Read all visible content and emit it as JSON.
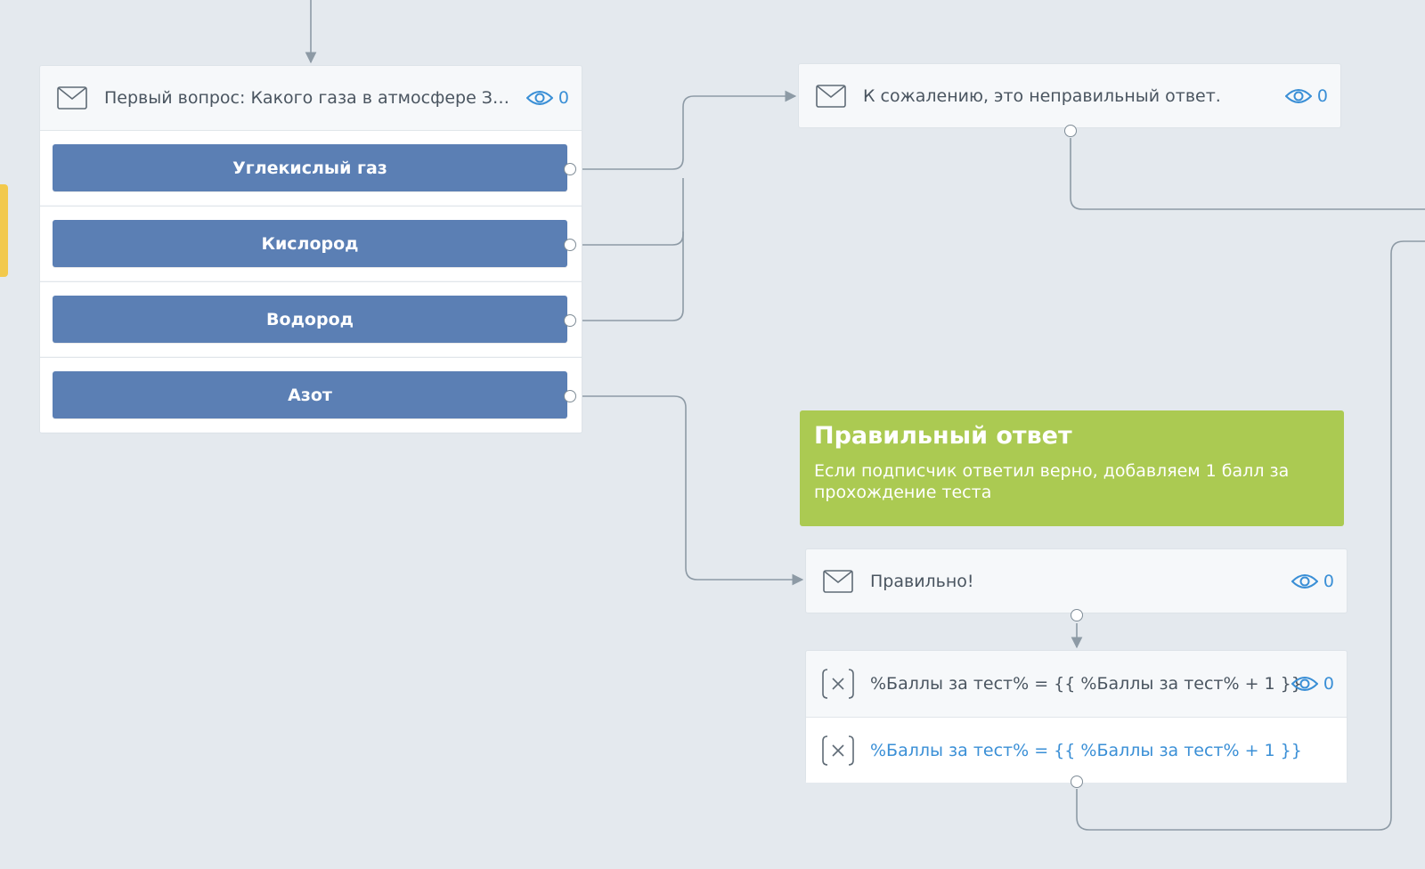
{
  "question_node": {
    "title": "Первый вопрос: Какого газа в атмосфере З…",
    "views": "0",
    "answers": [
      {
        "label": "Углекислый газ"
      },
      {
        "label": "Кислород"
      },
      {
        "label": "Водород"
      },
      {
        "label": "Азот"
      }
    ]
  },
  "wrong_node": {
    "title": "К сожалению, это неправильный ответ.",
    "views": "0"
  },
  "note": {
    "title": "Правильный ответ",
    "text": "Если подписчик ответил верно, добавляем 1 балл за прохождение теста"
  },
  "correct_node": {
    "title": "Правильно!",
    "views": "0"
  },
  "action_node": {
    "title": "%Баллы за тест% = {{ %Баллы за тест% + 1 }}",
    "views": "0",
    "action_text": "%Баллы за тест% = {{ %Баллы за тест% + 1 }}"
  },
  "colors": {
    "background": "#e4e9ee",
    "button": "#5b7fb4",
    "note": "#abca52",
    "link": "#3a8fd6",
    "wire": "#8d9aa5",
    "side_tab": "#f2c94c"
  },
  "icons": {
    "message": "mail-icon",
    "views": "eye-icon",
    "variable": "variable-icon"
  }
}
